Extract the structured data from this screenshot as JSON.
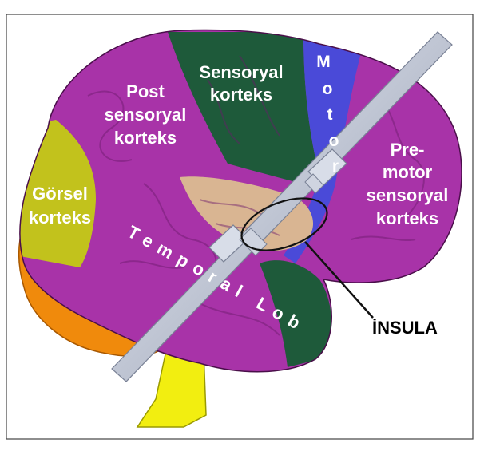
{
  "colors": {
    "background": "#ffffff",
    "frame": "#444444",
    "sensory": "#1e5a3a",
    "motor": "#4a4ad8",
    "premotor": "#a833a8",
    "post_sensory": "#a833a8",
    "visual": "#c2c21c",
    "cerebellum": "#f08a0c",
    "brainstem": "#f2ee10",
    "insula": "#d9b592",
    "rod": "#bfc6d6"
  },
  "labels": {
    "sensory_line1": "Sensoryal",
    "sensory_line2": "korteks",
    "motor_letters": [
      "M",
      "o",
      "t",
      "o",
      "r"
    ],
    "post_line1": "Post",
    "post_line2": "sensoryal",
    "post_line3": "korteks",
    "visual_line1": "Görsel",
    "visual_line2": "korteks",
    "premotor_line1": "Pre-",
    "premotor_line2": "motor",
    "premotor_line3": "sensoryal",
    "premotor_line4": "korteks",
    "temporal": "Temporal Lob",
    "insula": "İNSULA"
  }
}
